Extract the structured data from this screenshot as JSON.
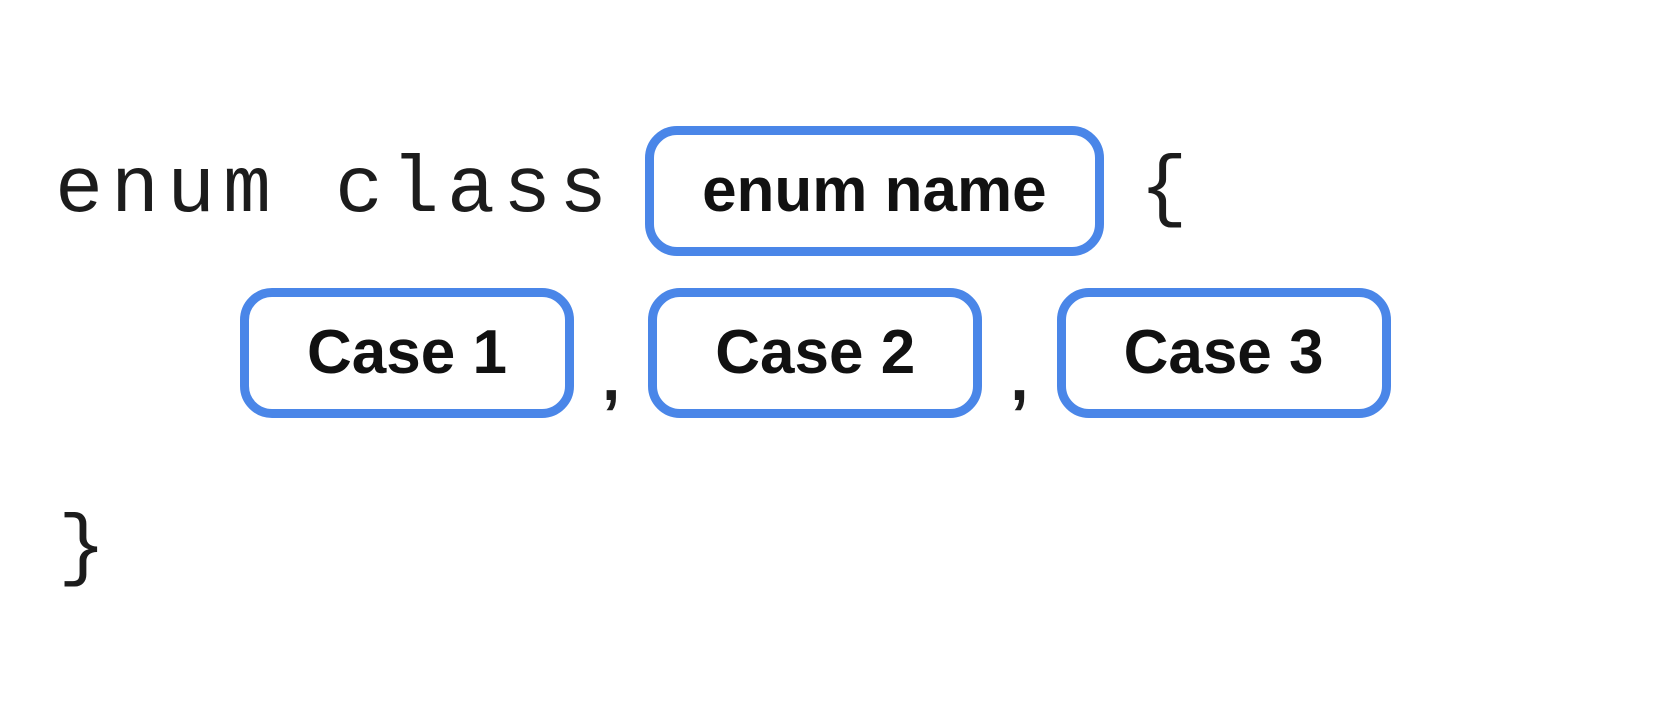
{
  "colors": {
    "accent": "#4A86E8",
    "text": "#202124",
    "background": "#FFFFFF"
  },
  "diagram": {
    "keyword": "enum class",
    "enum_name": "enum name",
    "open_brace": "{",
    "close_brace": "}",
    "separator": ",",
    "cases": [
      "Case 1",
      "Case 2",
      "Case 3"
    ]
  }
}
